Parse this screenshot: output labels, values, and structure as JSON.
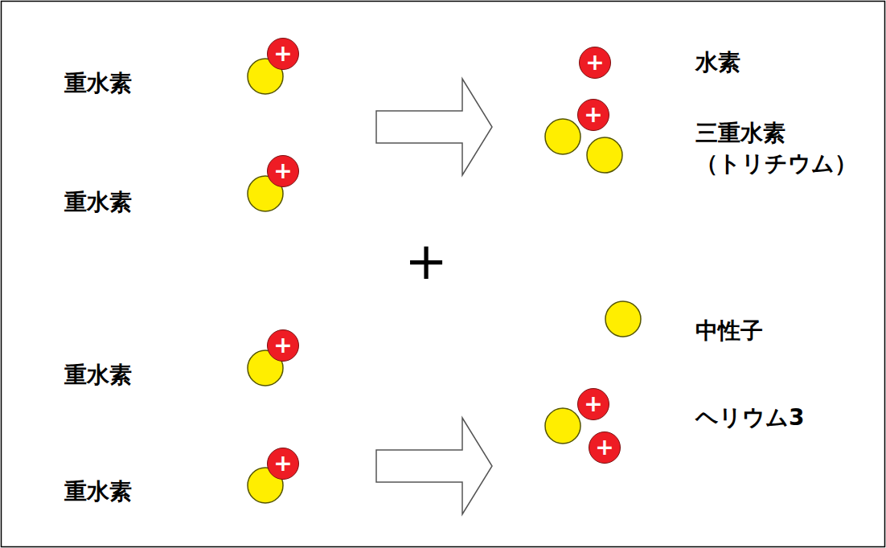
{
  "diagram": {
    "nodes": [
      {
        "text": [
          "+"
        ]
      },
      {
        "text": [
          "+"
        ]
      },
      {
        "text": [
          "+"
        ]
      },
      {
        "text": [
          "+"
        ]
      },
      {
        "text": [
          "+"
        ]
      },
      {
        "text": [
          "+"
        ]
      },
      {
        "text": [
          "+"
        ]
      },
      {
        "text": [
          "+"
        ]
      }
    ],
    "labels": [
      "重水素",
      "水素",
      "三重水素 （トリチウム）",
      "重水素",
      "+",
      "中性子",
      "重水素",
      "ヘリウム3",
      "重水素"
    ]
  }
}
